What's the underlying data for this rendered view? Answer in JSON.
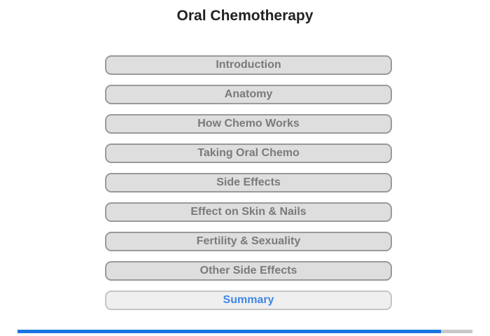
{
  "title": "Oral Chemotherapy",
  "menu": {
    "items": [
      {
        "label": "Introduction"
      },
      {
        "label": "Anatomy"
      },
      {
        "label": "How Chemo Works"
      },
      {
        "label": "Taking Oral Chemo"
      },
      {
        "label": "Side Effects"
      },
      {
        "label": "Effect on Skin & Nails"
      },
      {
        "label": "Fertility & Sexuality"
      },
      {
        "label": "Other Side Effects"
      },
      {
        "label": "Summary"
      }
    ],
    "current_index": 8
  },
  "progress": {
    "fraction": 0.93
  },
  "colors": {
    "button_bg": "#dedede",
    "button_border": "#9a9a9a",
    "button_text": "#7a7a7a",
    "current_bg": "#efefef",
    "current_text": "#3f86e6",
    "progress_fill": "#1976e0",
    "progress_track": "#c8c8c8"
  }
}
